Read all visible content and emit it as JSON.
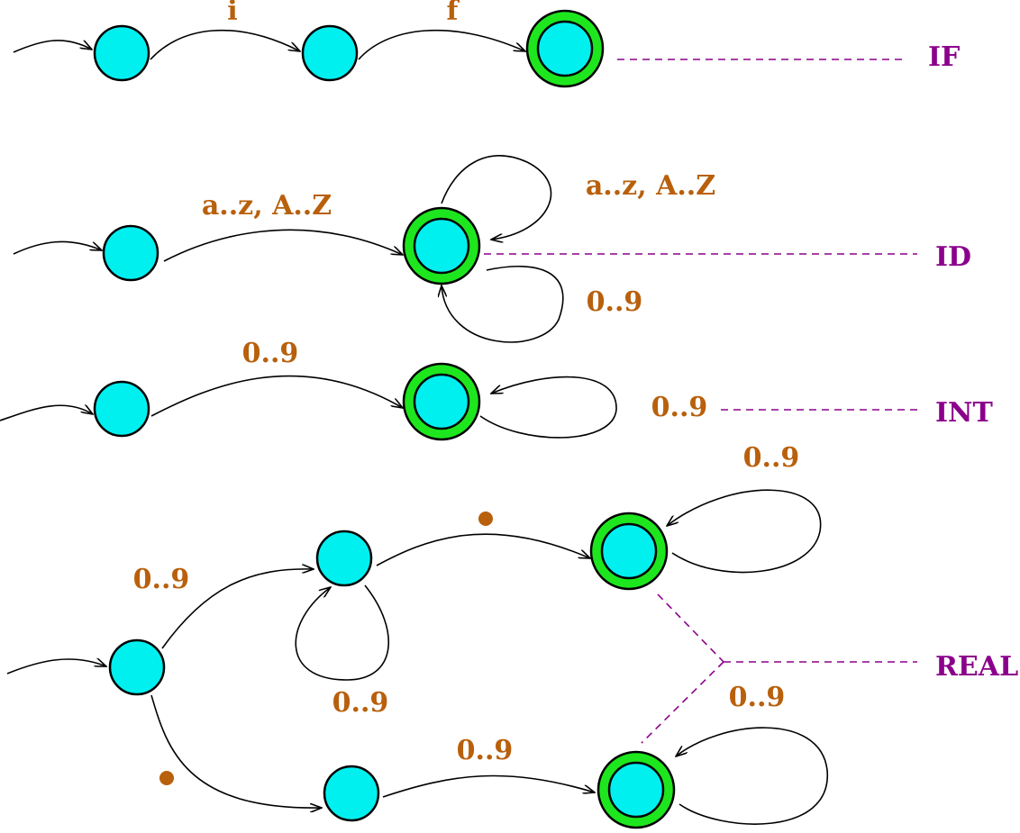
{
  "colors": {
    "state_fill": "#00f0f0",
    "accept_ring": "#1ee61e",
    "edge_label": "#b8600c",
    "token_label": "#8b008b",
    "wire": "#000000"
  },
  "automata": {
    "if": {
      "edges": [
        "i",
        "f"
      ],
      "token": "IF"
    },
    "id": {
      "edges": [
        "a..z, A..Z",
        "a..z, A..Z",
        "0..9"
      ],
      "token": "ID"
    },
    "int": {
      "edges": [
        "0..9",
        "0..9"
      ],
      "token": "INT"
    },
    "real": {
      "edges": [
        "0..9",
        "0..9",
        "0..9",
        "0..9",
        "0..9"
      ],
      "dot_labels": 2,
      "token": "REAL"
    }
  }
}
